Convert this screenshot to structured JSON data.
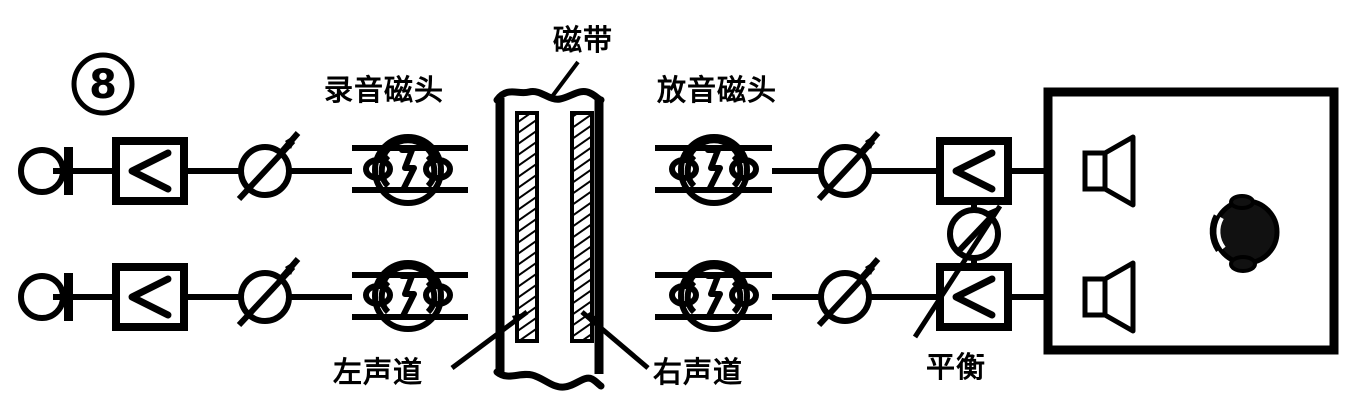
{
  "figure": {
    "number_label": "8",
    "ink_color": "#000000",
    "background_color": "#ffffff"
  },
  "labels": {
    "record_head": "录音磁头",
    "playback_head": "放音磁头",
    "tape": "磁带",
    "left_channel": "左声道",
    "right_channel": "右声道",
    "balance": "平衡"
  },
  "icons": {
    "microphone": "microphone-icon",
    "amplifier": "amplifier-triangle-icon",
    "potentiometer": "potentiometer-icon",
    "magnetic_head": "magnetic-head-icon",
    "loudspeaker": "loudspeaker-horn-icon",
    "listener": "listener-head-icon",
    "tape_track": "tape-track-hatched-icon"
  },
  "chains": {
    "record_left": [
      "microphone",
      "amplifier",
      "potentiometer",
      "record-head"
    ],
    "record_right": [
      "microphone",
      "amplifier",
      "potentiometer",
      "record-head"
    ],
    "playback_left": [
      "playback-head",
      "potentiometer",
      "amplifier",
      "loudspeaker"
    ],
    "playback_right": [
      "playback-head",
      "potentiometer",
      "amplifier",
      "loudspeaker"
    ]
  },
  "tape": {
    "tracks": 2,
    "track_names": [
      "左声道",
      "右声道"
    ]
  }
}
